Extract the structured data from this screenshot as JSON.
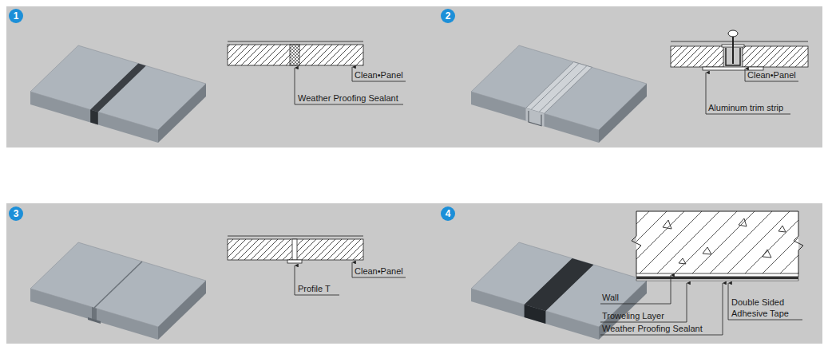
{
  "diagram": {
    "labels": [
      "1",
      "Clean•Panel",
      "Weather Proofing Sealant",
      "2",
      "Clean•Panel",
      "Aluminum trim strip",
      "3",
      "Clean•Panel",
      "Profile T",
      "4",
      "Wall",
      "Troweling Layer",
      "Weather Proofing Sealant",
      "Double Sided Adhesive Tape"
    ]
  }
}
